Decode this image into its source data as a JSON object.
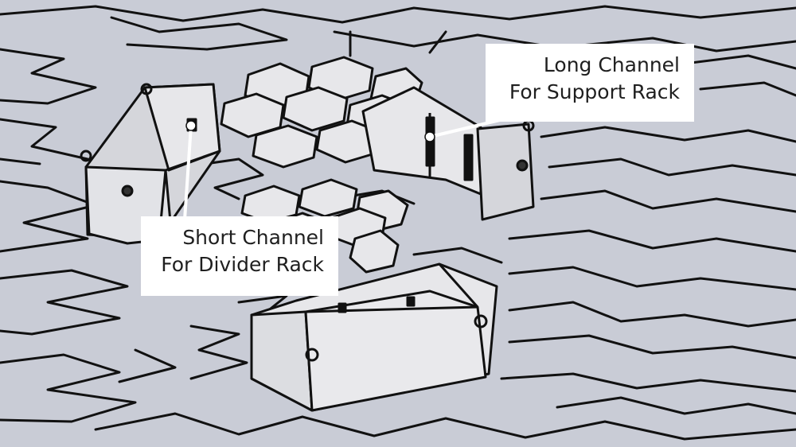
{
  "callouts": {
    "long_channel": {
      "line1": "Long Channel",
      "line2": "For Support Rack"
    },
    "short_channel": {
      "line1": "Short Channel",
      "line2": "For Divider Rack"
    }
  },
  "colors": {
    "background": "#c9ccd6",
    "outline": "#111111",
    "module_fill": "#e7e7ea",
    "module_shade": "#d5d6db",
    "callout_bg": "#ffffff",
    "callout_text": "#1f1f1f"
  }
}
